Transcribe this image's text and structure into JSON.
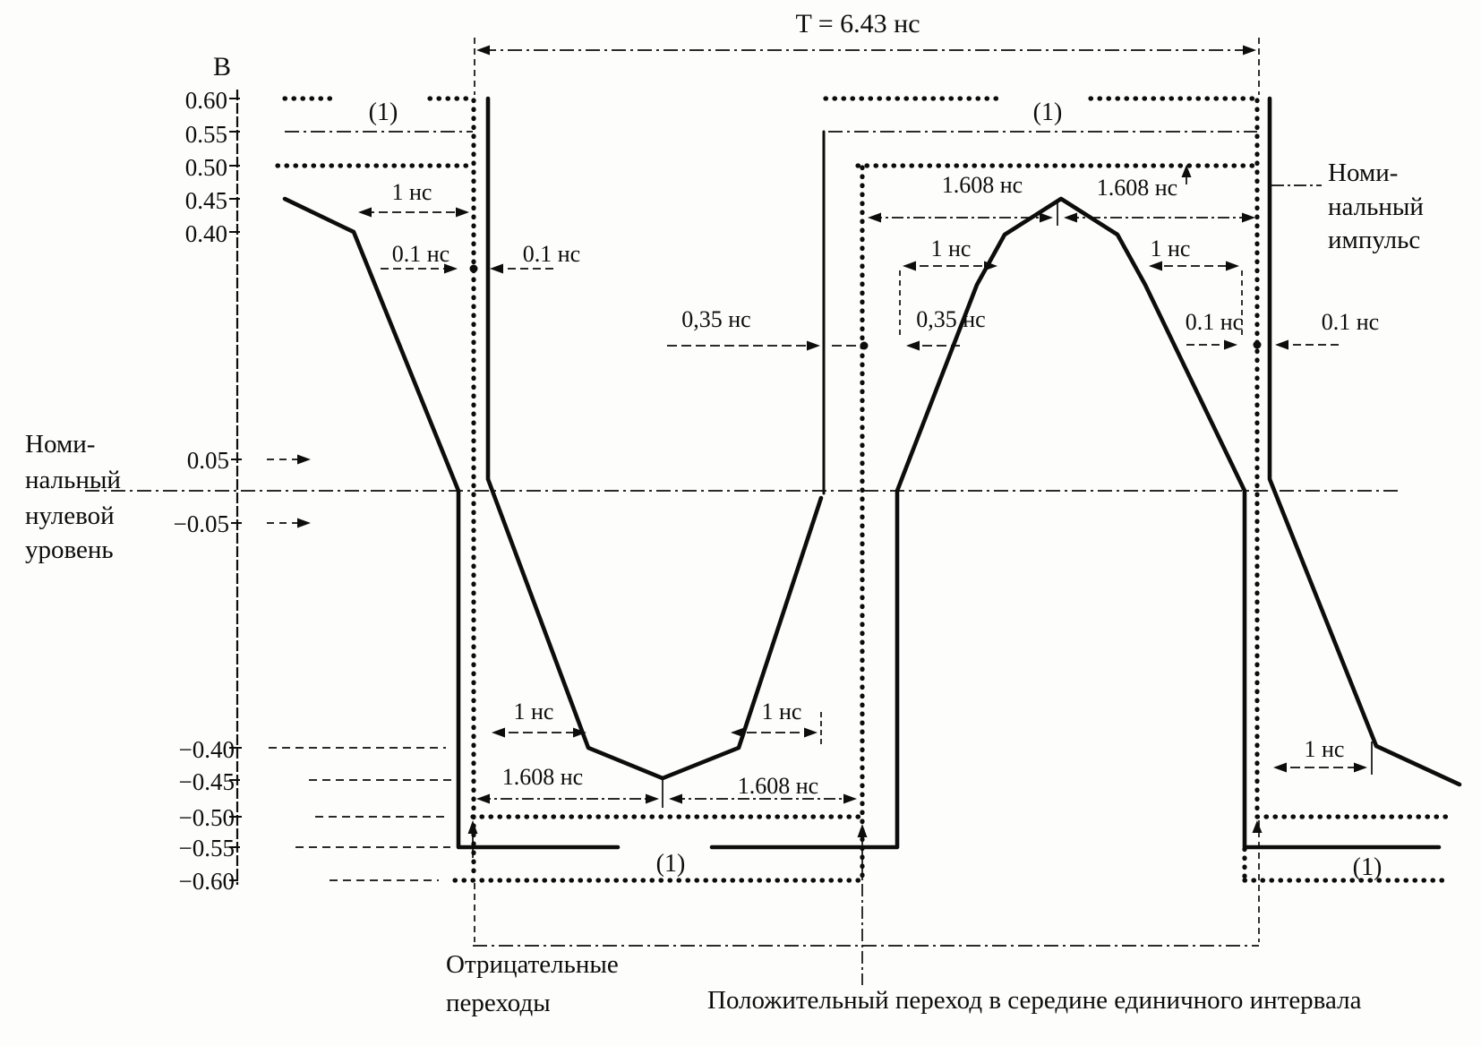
{
  "period_label": "T = 6.43 нс",
  "axis": {
    "unit": "В",
    "tick_060": "0.60",
    "tick_055": "0.55",
    "tick_050": "0.50",
    "tick_045": "0.45",
    "tick_040": "0.40",
    "tick_005": "0.05",
    "tick_m005": "−0.05",
    "tick_m040": "−0.40",
    "tick_m045": "−0.45",
    "tick_m050": "−0.50",
    "tick_m055": "−0.55",
    "tick_m060": "−0.60"
  },
  "labels": {
    "nominal_zero_l1": "Номи-",
    "nominal_zero_l2": "нальный",
    "nominal_zero_l3": "нулевой",
    "nominal_zero_l4": "уровень",
    "nominal_pulse_l1": "Номи-",
    "nominal_pulse_l2": "нальный",
    "nominal_pulse_l3": "импульс",
    "footnote": "(1)",
    "negative_transitions_l1": "Отрицательные",
    "negative_transitions_l2": "переходы",
    "positive_transition": "Положительный переход в середине единичного интервала"
  },
  "dims": {
    "t1ns": "1 нс",
    "t01ns": "0.1 нс",
    "t035ns": "0,35 нс",
    "t1608ns": "1.608 нс"
  },
  "colors": {
    "ink": "#0d0d0d",
    "paper": "#fdfdfb"
  }
}
